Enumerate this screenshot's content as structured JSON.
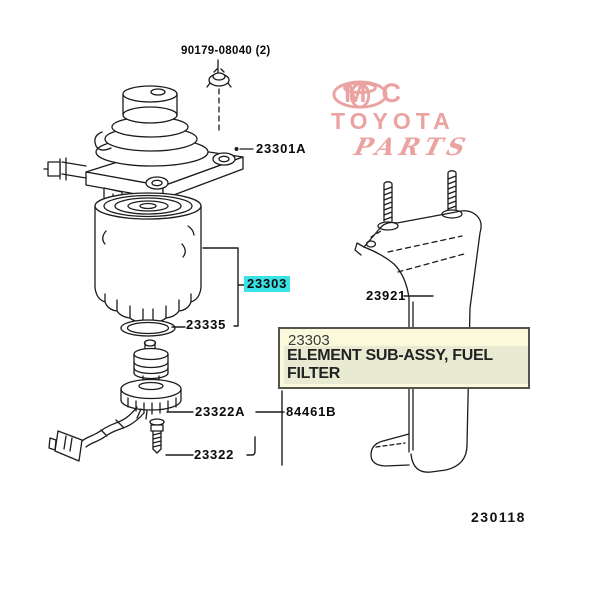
{
  "watermark": {
    "logo_icon": "toyota-emblem",
    "line1": "MC",
    "line2": "TOYOTA",
    "line3": "PARTS",
    "color": "#e78f8d"
  },
  "diagram": {
    "part_labels": [
      {
        "text": "90179-08040 (2)"
      },
      {
        "text": "23301A"
      },
      {
        "text": "23303",
        "selected": true,
        "highlight_color": "#3ae3e8"
      },
      {
        "text": "23335"
      },
      {
        "text": "23322A"
      },
      {
        "text": "84461B"
      },
      {
        "text": "23322"
      },
      {
        "text": "23921"
      }
    ],
    "figure_code": "230118"
  },
  "tooltip": {
    "part_number": "23303",
    "description": "ELEMENT SUB-ASSY, FUEL FILTER",
    "background": "#fbf9db",
    "border_color": "#55544a"
  }
}
